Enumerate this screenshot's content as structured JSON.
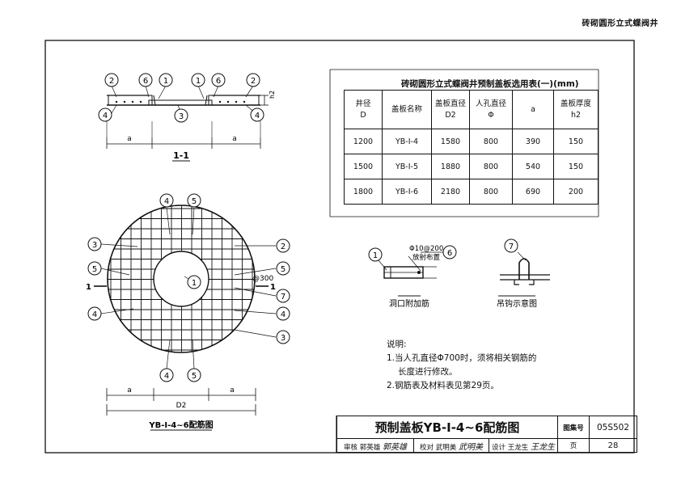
{
  "header": {
    "top_right_title": "砖砌圆形立式蝶阀井"
  },
  "section_view": {
    "label": "1-1",
    "callouts": [
      "2",
      "6",
      "1",
      "1",
      "6",
      "2",
      "4",
      "3",
      "4"
    ],
    "height_label": "h2",
    "dim_labels": [
      "a",
      "a"
    ]
  },
  "plan_view": {
    "label": "YB-Ⅰ-4~6配筋图",
    "callouts": {
      "top": [
        "4",
        "5"
      ],
      "left": [
        "3",
        "5",
        "4"
      ],
      "right": [
        "2",
        "5",
        "7",
        "4",
        "3"
      ],
      "center": "1",
      "bottom": [
        "4",
        "5"
      ]
    },
    "section_mark": "1",
    "spacing_label": "@300",
    "dim_labels": [
      "a",
      "D2",
      "a"
    ]
  },
  "selection_table": {
    "title": "砖砌圆形立式蝶阀井预制盖板选用表(一)(mm)",
    "headers": [
      [
        "井径",
        "D"
      ],
      [
        "盖板名称"
      ],
      [
        "盖板直径",
        "D2"
      ],
      [
        "人孔直径",
        "Φ"
      ],
      [
        "a"
      ],
      [
        "盖板厚度",
        "h2"
      ]
    ],
    "rows": [
      [
        "1200",
        "YB-Ⅰ-4",
        "1580",
        "800",
        "390",
        "150"
      ],
      [
        "1500",
        "YB-Ⅰ-5",
        "1880",
        "800",
        "540",
        "150"
      ],
      [
        "1800",
        "YB-Ⅰ-6",
        "2180",
        "800",
        "690",
        "200"
      ]
    ]
  },
  "opening_detail": {
    "label": "洞口附加筋",
    "callout_left": "1",
    "callout_right": "6",
    "rebar_note_line1": "Φ10@200",
    "rebar_note_line2": "放射布置"
  },
  "hook_detail": {
    "label": "吊钩示意图",
    "callout": "7"
  },
  "notes": {
    "heading": "说明:",
    "lines": [
      "1.当人孔直径Φ700时，须将相关钢筋的",
      "长度进行修改。",
      "2.钢筋表及材料表见第29页。"
    ]
  },
  "title_block": {
    "drawing_title": "预制盖板YB-Ⅰ-4~6配筋图",
    "atlas_label": "图集号",
    "atlas_no": "05S502",
    "review_label": "审核",
    "reviewer": "郭英雄",
    "reviewer_sig": "郭英雄",
    "check_label": "校对",
    "checker": "武明美",
    "checker_sig": "武明美",
    "design_label": "设计",
    "designer": "王龙生",
    "designer_sig": "王龙生",
    "page_label": "页",
    "page_no": "28"
  }
}
